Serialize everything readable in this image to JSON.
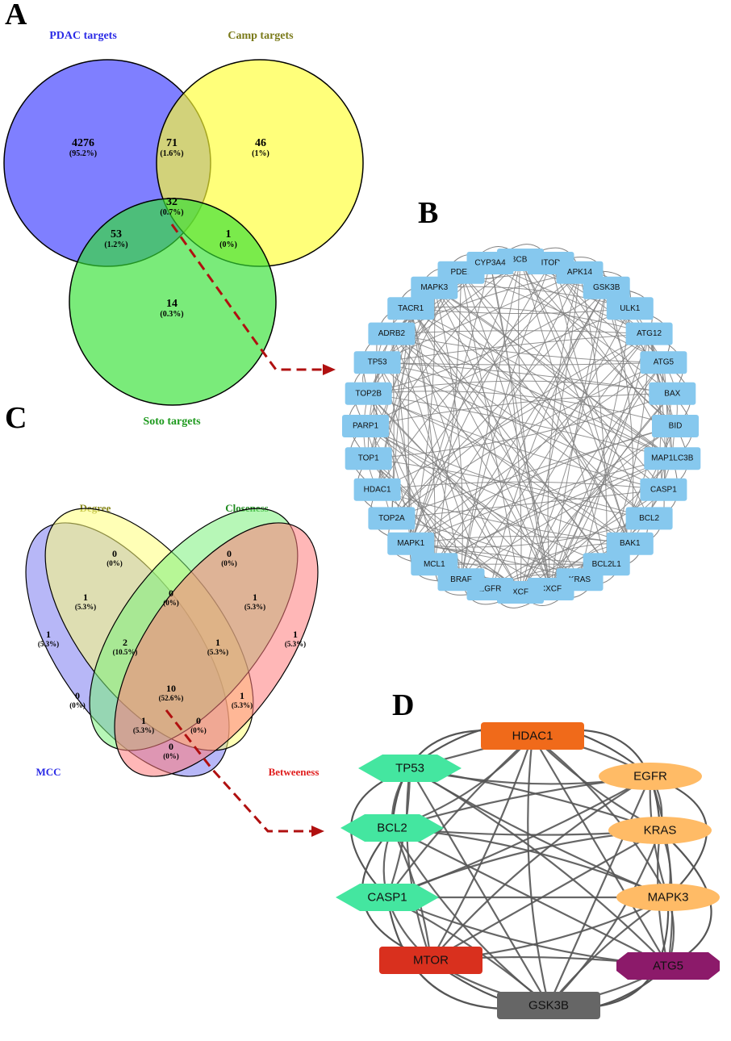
{
  "panels": {
    "a": "A",
    "b": "B",
    "c": "C",
    "d": "D"
  },
  "venn3": {
    "set_titles": {
      "pdac": "PDAC targets",
      "camp": "Camp targets",
      "soto": "Soto targets"
    },
    "colors": {
      "pdac": "#3b3bff",
      "camp": "#ffff33",
      "soto": "#33e033",
      "pdac_title": "#2a2ae6",
      "camp_title": "#7a7a1a",
      "soto_title": "#1e9a1e"
    },
    "regions": [
      {
        "id": "pdac_only",
        "count": "4276",
        "pct": "(95.2%)"
      },
      {
        "id": "camp_only",
        "count": "46",
        "pct": "(1%)"
      },
      {
        "id": "pdac_camp",
        "count": "71",
        "pct": "(1.6%)"
      },
      {
        "id": "all_three",
        "count": "32",
        "pct": "(0.7%)"
      },
      {
        "id": "pdac_soto",
        "count": "53",
        "pct": "(1.2%)"
      },
      {
        "id": "camp_soto",
        "count": "1",
        "pct": "(0%)"
      },
      {
        "id": "soto_only",
        "count": "14",
        "pct": "(0.3%)"
      }
    ]
  },
  "venn4": {
    "set_titles": {
      "degree": "Degree",
      "closeness": "Closeness",
      "mcc": "MCC",
      "betweeness": "Betweeness"
    },
    "colors": {
      "mcc": "#7c7cf0",
      "degree": "#ffff7a",
      "closeness": "#7cf07c",
      "betweeness": "#ff7c7c",
      "degree_title": "#8a8a1e",
      "closeness_title": "#1e8a1e",
      "mcc_title": "#2a2ae6",
      "betweeness_title": "#e01e1e"
    },
    "regions": [
      {
        "id": "degree_only",
        "count": "0",
        "pct": "(0%)"
      },
      {
        "id": "closeness_only",
        "count": "0",
        "pct": "(0%)"
      },
      {
        "id": "degree_mcc",
        "count": "1",
        "pct": "(5.3%)"
      },
      {
        "id": "degree_closeness",
        "count": "0",
        "pct": "(0%)"
      },
      {
        "id": "closeness_betweeness",
        "count": "1",
        "pct": "(5.3%)"
      },
      {
        "id": "mcc_only",
        "count": "1",
        "pct": "(5.3%)"
      },
      {
        "id": "betweeness_only",
        "count": "1",
        "pct": "(5.3%)"
      },
      {
        "id": "mcc_degree_closeness",
        "count": "2",
        "pct": "(10.5%)"
      },
      {
        "id": "degree_closeness_betweeness",
        "count": "1",
        "pct": "(5.3%)"
      },
      {
        "id": "mcc_closeness",
        "count": "0",
        "pct": "(0%)"
      },
      {
        "id": "all_four",
        "count": "10",
        "pct": "(52.6%)"
      },
      {
        "id": "degree_betweeness",
        "count": "1",
        "pct": "(5.3%)"
      },
      {
        "id": "mcc_closeness_betweeness",
        "count": "1",
        "pct": "(5.3%)"
      },
      {
        "id": "mcc_degree_betweeness",
        "count": "0",
        "pct": "(0%)"
      },
      {
        "id": "mcc_betweeness",
        "count": "0",
        "pct": "(0%)"
      }
    ]
  },
  "network_b": {
    "node_color": "#86c8ee",
    "edge_color": "#808080",
    "nodes": [
      "ABCB11",
      "MTOR",
      "MAPK14",
      "GSK3B",
      "ULK1",
      "ATG12",
      "ATG5",
      "BAX",
      "BID",
      "MAP1LC3B",
      "CASP1",
      "BCL2",
      "BAK1",
      "BCL2L1",
      "KRAS",
      "CXCR2",
      "CXCR4",
      "EGFR",
      "BRAF",
      "MCL1",
      "MAPK1",
      "TOP2A",
      "HDAC1",
      "TOP1",
      "PARP1",
      "TOP2B",
      "TP53",
      "ADRB2",
      "TACR1",
      "MAPK3",
      "PDE5A",
      "CYP3A4"
    ],
    "labels": [
      "ABCB11",
      "ITOR",
      "APK14",
      "GSK3B",
      "ULK1",
      "ATG12",
      "ATG5",
      "BAX",
      "BID",
      "MAP1LC3B",
      "CASP1",
      "BCL2",
      "BAK1",
      "BCL2L1",
      "KRAS",
      "CXCF",
      "XCF",
      "EGFR",
      "BRAF",
      "MCL1",
      "MAPK1",
      "TOP2A",
      "HDAC1",
      "TOP1",
      "PARP1",
      "TOP2B",
      "TP53",
      "ADRB2",
      "TACR1",
      "MAPK3",
      "PDE5",
      "CYP3A4"
    ]
  },
  "network_d": {
    "edge_color": "#555555",
    "nodes": [
      {
        "id": "HDAC1",
        "shape": "rect",
        "color": "#f06a1a"
      },
      {
        "id": "EGFR",
        "shape": "ellipse",
        "color": "#ffbb66"
      },
      {
        "id": "KRAS",
        "shape": "ellipse",
        "color": "#ffbb66"
      },
      {
        "id": "MAPK3",
        "shape": "ellipse",
        "color": "#ffbb66"
      },
      {
        "id": "ATG5",
        "shape": "octagon",
        "color": "#8c1a6a"
      },
      {
        "id": "GSK3B",
        "shape": "rect",
        "color": "#666666"
      },
      {
        "id": "MTOR",
        "shape": "rect",
        "color": "#d9301e"
      },
      {
        "id": "CASP1",
        "shape": "diamond",
        "color": "#44e6a0"
      },
      {
        "id": "BCL2",
        "shape": "diamond",
        "color": "#44e6a0"
      },
      {
        "id": "TP53",
        "shape": "diamond",
        "color": "#44e6a0"
      }
    ]
  },
  "arrow_color": "#b01010"
}
